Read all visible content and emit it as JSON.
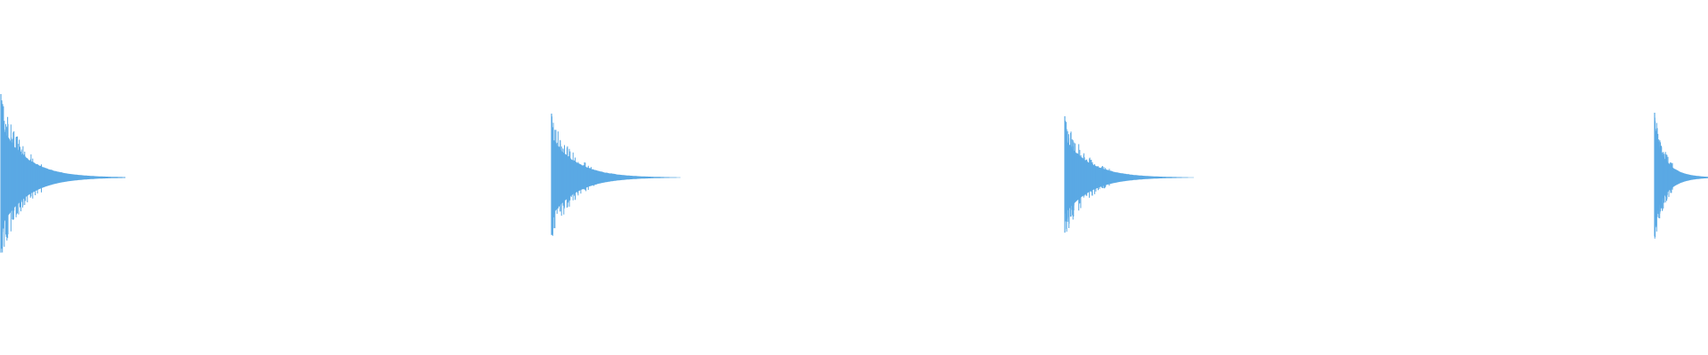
{
  "waveform": {
    "color": "#5aa9e4",
    "background": "#ffffff",
    "hits": [
      {
        "peak": 0.94,
        "decay": 0.21
      },
      {
        "peak": 0.72,
        "decay": 0.2
      },
      {
        "peak": 0.69,
        "decay": 0.2
      },
      {
        "peak": 0.73,
        "decay": 0.25
      }
    ]
  }
}
